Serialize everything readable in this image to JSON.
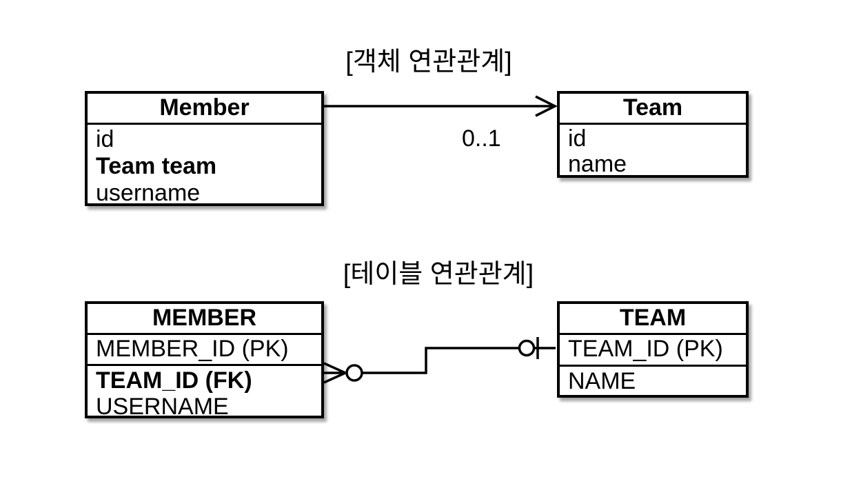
{
  "object_diagram": {
    "title": "[객체 연관관계]",
    "member": {
      "title": "Member",
      "fields": [
        "id",
        "Team team",
        "username"
      ]
    },
    "team": {
      "title": "Team",
      "fields": [
        "id",
        "name"
      ]
    },
    "association": {
      "multiplicity": "0..1",
      "direction": "member-to-team",
      "arrow_icon": "open-arrowhead-icon"
    }
  },
  "table_diagram": {
    "title": "[테이블 연관관계]",
    "member": {
      "title": "MEMBER",
      "columns": [
        "MEMBER_ID (PK)",
        "TEAM_ID (FK)",
        "USERNAME"
      ]
    },
    "team": {
      "title": "TEAM",
      "columns": [
        "TEAM_ID (PK)",
        "NAME"
      ]
    },
    "relationship": {
      "member_end": "zero-or-many",
      "member_end_icon": "crows-foot-zero-or-many-icon",
      "team_end": "zero-or-one",
      "team_end_icon": "zero-or-one-icon"
    }
  },
  "colors": {
    "stroke": "#000000",
    "background": "#ffffff",
    "text": "#000000"
  }
}
